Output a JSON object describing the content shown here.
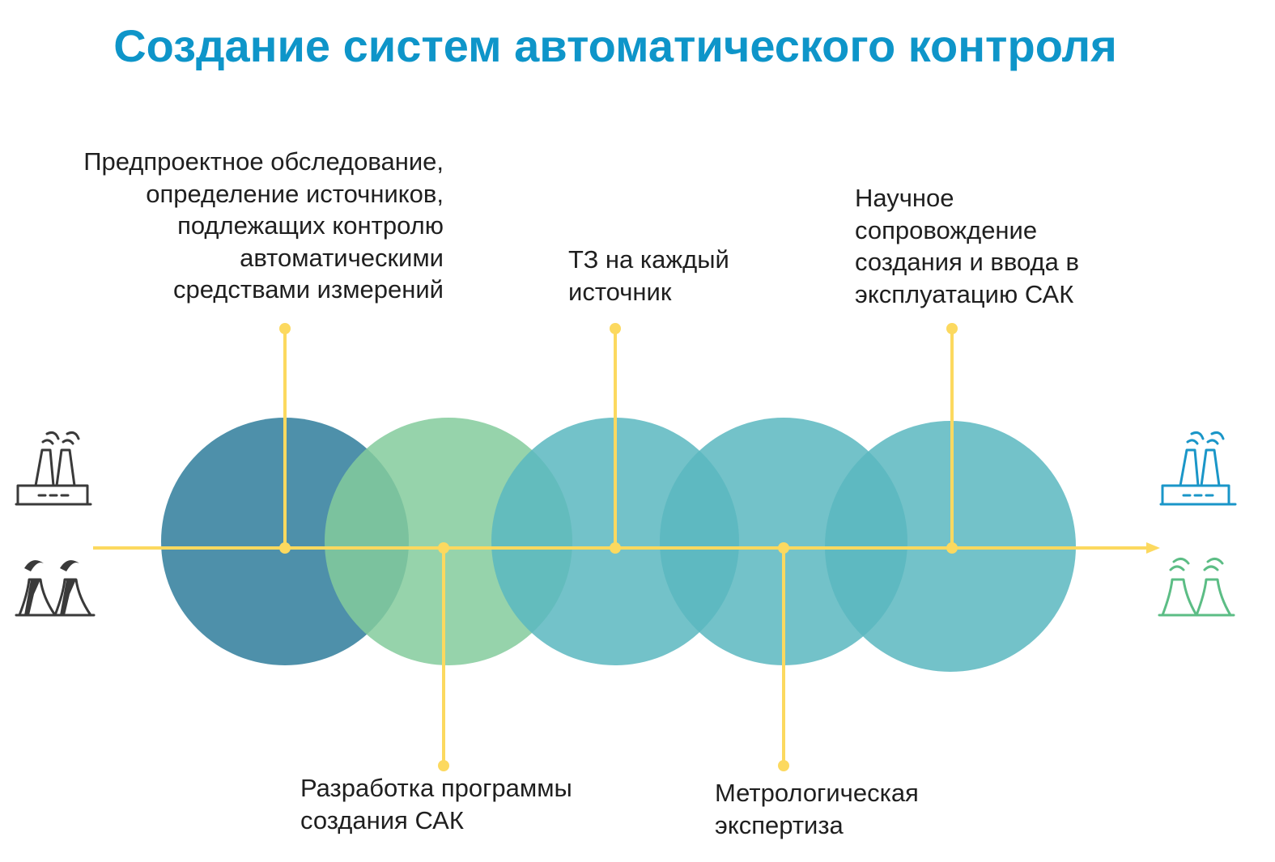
{
  "title": "Создание систем автоматического контроля",
  "colors": {
    "title": "#0e95c9",
    "timeline": "#fcd95f",
    "circle_first": "#2f7c9b",
    "circle_second": "#84cb9c",
    "circle_others": "#5bb7bf",
    "icon_left": "#3a3a3a",
    "icon_right_factory": "#1a96c8",
    "icon_right_plant": "#5cbd85",
    "text": "#1f1f1f"
  },
  "stages": [
    {
      "position": "top",
      "lines": [
        "Предпроектное обследование,",
        "определение источников,",
        "подлежащих контролю",
        "автоматическими",
        "средствами измерений"
      ]
    },
    {
      "position": "bottom",
      "lines": [
        "Разработка программы",
        "создания САК"
      ]
    },
    {
      "position": "top",
      "lines": [
        "ТЗ на каждый",
        "источник"
      ]
    },
    {
      "position": "bottom",
      "lines": [
        "Метрологическая",
        "экспертиза"
      ]
    },
    {
      "position": "top",
      "lines": [
        "Научное",
        "сопровождение",
        "создания и ввода в",
        "эксплуатацию САК"
      ]
    }
  ],
  "icons": {
    "left": [
      "factory-icon",
      "power-plant-icon"
    ],
    "right": [
      "factory-icon",
      "power-plant-icon"
    ]
  }
}
